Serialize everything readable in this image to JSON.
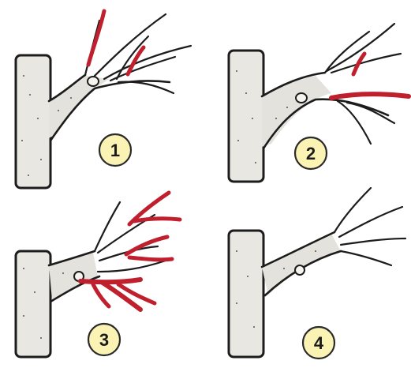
{
  "colors": {
    "cut_red": "#c0202e",
    "badge_fill": "#fbf3b4",
    "wood": "#e6e4de"
  },
  "panels": [
    {
      "id": 1,
      "label": "1"
    },
    {
      "id": 2,
      "label": "2"
    },
    {
      "id": 3,
      "label": "3"
    },
    {
      "id": 4,
      "label": "4"
    }
  ]
}
